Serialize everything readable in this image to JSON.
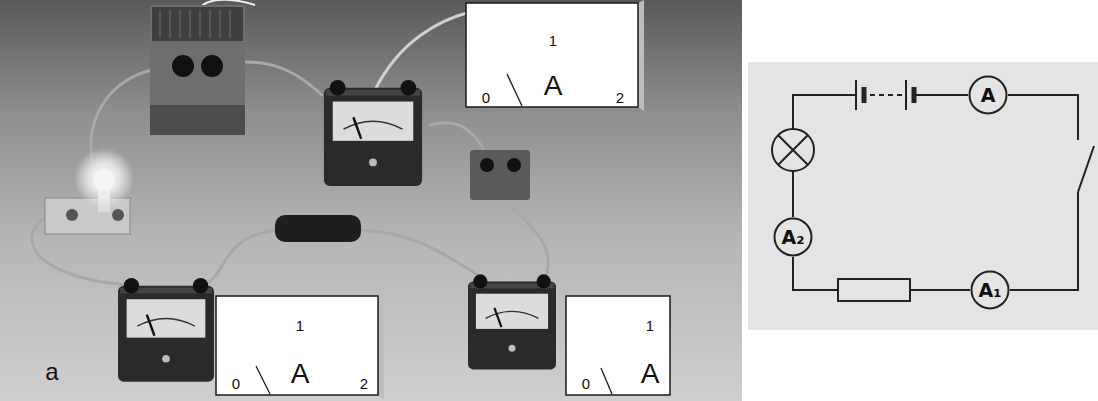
{
  "diagram": {
    "nodes": [
      {
        "text": [
          "A"
        ]
      },
      {
        "text": [
          "A₂"
        ]
      },
      {
        "text": [
          "A₁"
        ]
      }
    ],
    "edges": [
      {
        "from": 0,
        "to": 2,
        "arrow": "none"
      },
      {
        "from": 2,
        "to": 1,
        "arrow": "none"
      },
      {
        "from": 1,
        "to": 0,
        "arrow": "none"
      }
    ],
    "labels": [
      "0",
      "1",
      "2",
      "A",
      "0",
      "1",
      "2",
      "A",
      "0",
      "1",
      "A",
      "a"
    ]
  }
}
